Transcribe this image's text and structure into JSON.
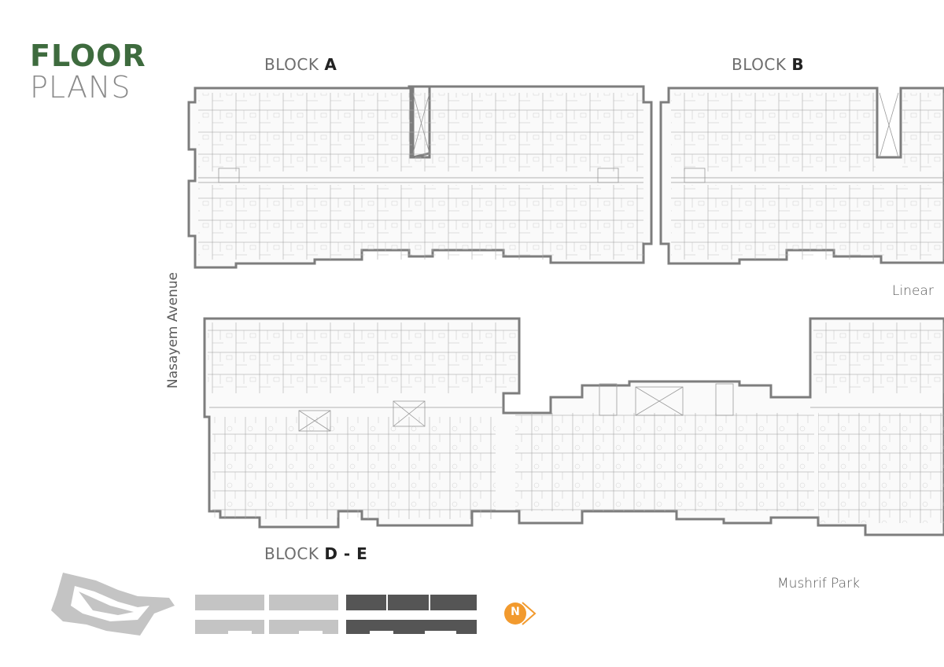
{
  "title": {
    "line1": "FLOOR",
    "line2": "PLANS"
  },
  "blocks": {
    "a": {
      "prefix": "BLOCK",
      "letter": "A"
    },
    "b": {
      "prefix": "BLOCK",
      "letter": "B"
    },
    "de": {
      "prefix": "BLOCK",
      "letter": "D - E"
    }
  },
  "streets": {
    "west": "Nasayem Avenue",
    "east": "Linear",
    "south": "Mushrif Park"
  },
  "compass": {
    "label": "N"
  },
  "colors": {
    "title_green": "#3e6b3e",
    "title_grey": "#8a8a8a",
    "keyplan_light": "#c4c4c4",
    "keyplan_dark": "#555555",
    "compass_orange": "#f29a2e"
  }
}
